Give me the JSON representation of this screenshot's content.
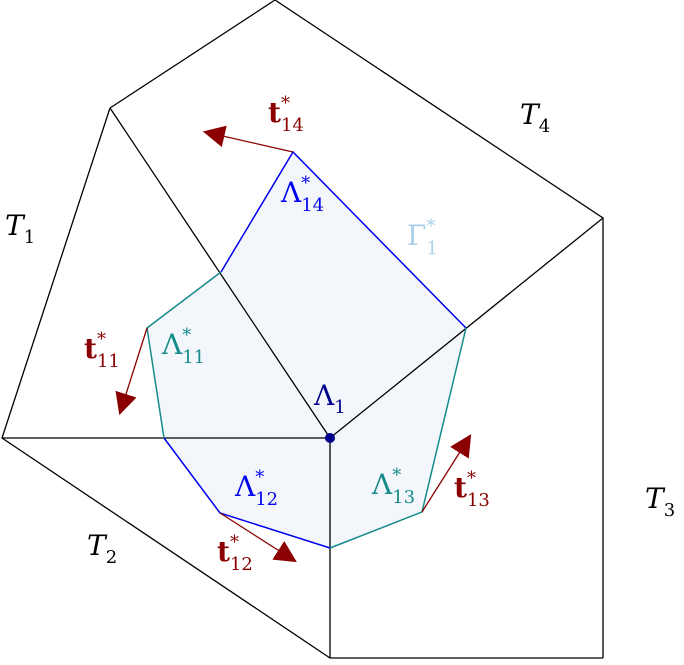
{
  "colors": {
    "edge": "#000000",
    "dual_cell_fill": "#f3f7fb",
    "dual_edge_blue": "#0000ee",
    "dual_edge_teal": "#178b8b",
    "vector": "#8b0000",
    "vertex": "#00008b",
    "gamma_label": "#a9d1e8"
  },
  "labels": {
    "T1": {
      "base": "T",
      "sub": "1"
    },
    "T2": {
      "base": "T",
      "sub": "2"
    },
    "T3": {
      "base": "T",
      "sub": "3"
    },
    "T4": {
      "base": "T",
      "sub": "4"
    },
    "Gamma": {
      "base": "Γ",
      "sup": "*",
      "sub": "1"
    },
    "Lambda1": {
      "base": "Λ",
      "sub": "1"
    },
    "Lambda11": {
      "base": "Λ",
      "sup": "*",
      "sub": "11"
    },
    "Lambda12": {
      "base": "Λ",
      "sup": "*",
      "sub": "12"
    },
    "Lambda13": {
      "base": "Λ",
      "sup": "*",
      "sub": "13"
    },
    "Lambda14": {
      "base": "Λ",
      "sup": "*",
      "sub": "14"
    },
    "t11": {
      "base": "t",
      "sup": "*",
      "sub": "11"
    },
    "t12": {
      "base": "t",
      "sup": "*",
      "sub": "12"
    },
    "t13": {
      "base": "t",
      "sup": "*",
      "sub": "13"
    },
    "t14": {
      "base": "t",
      "sup": "*",
      "sub": "14"
    }
  }
}
